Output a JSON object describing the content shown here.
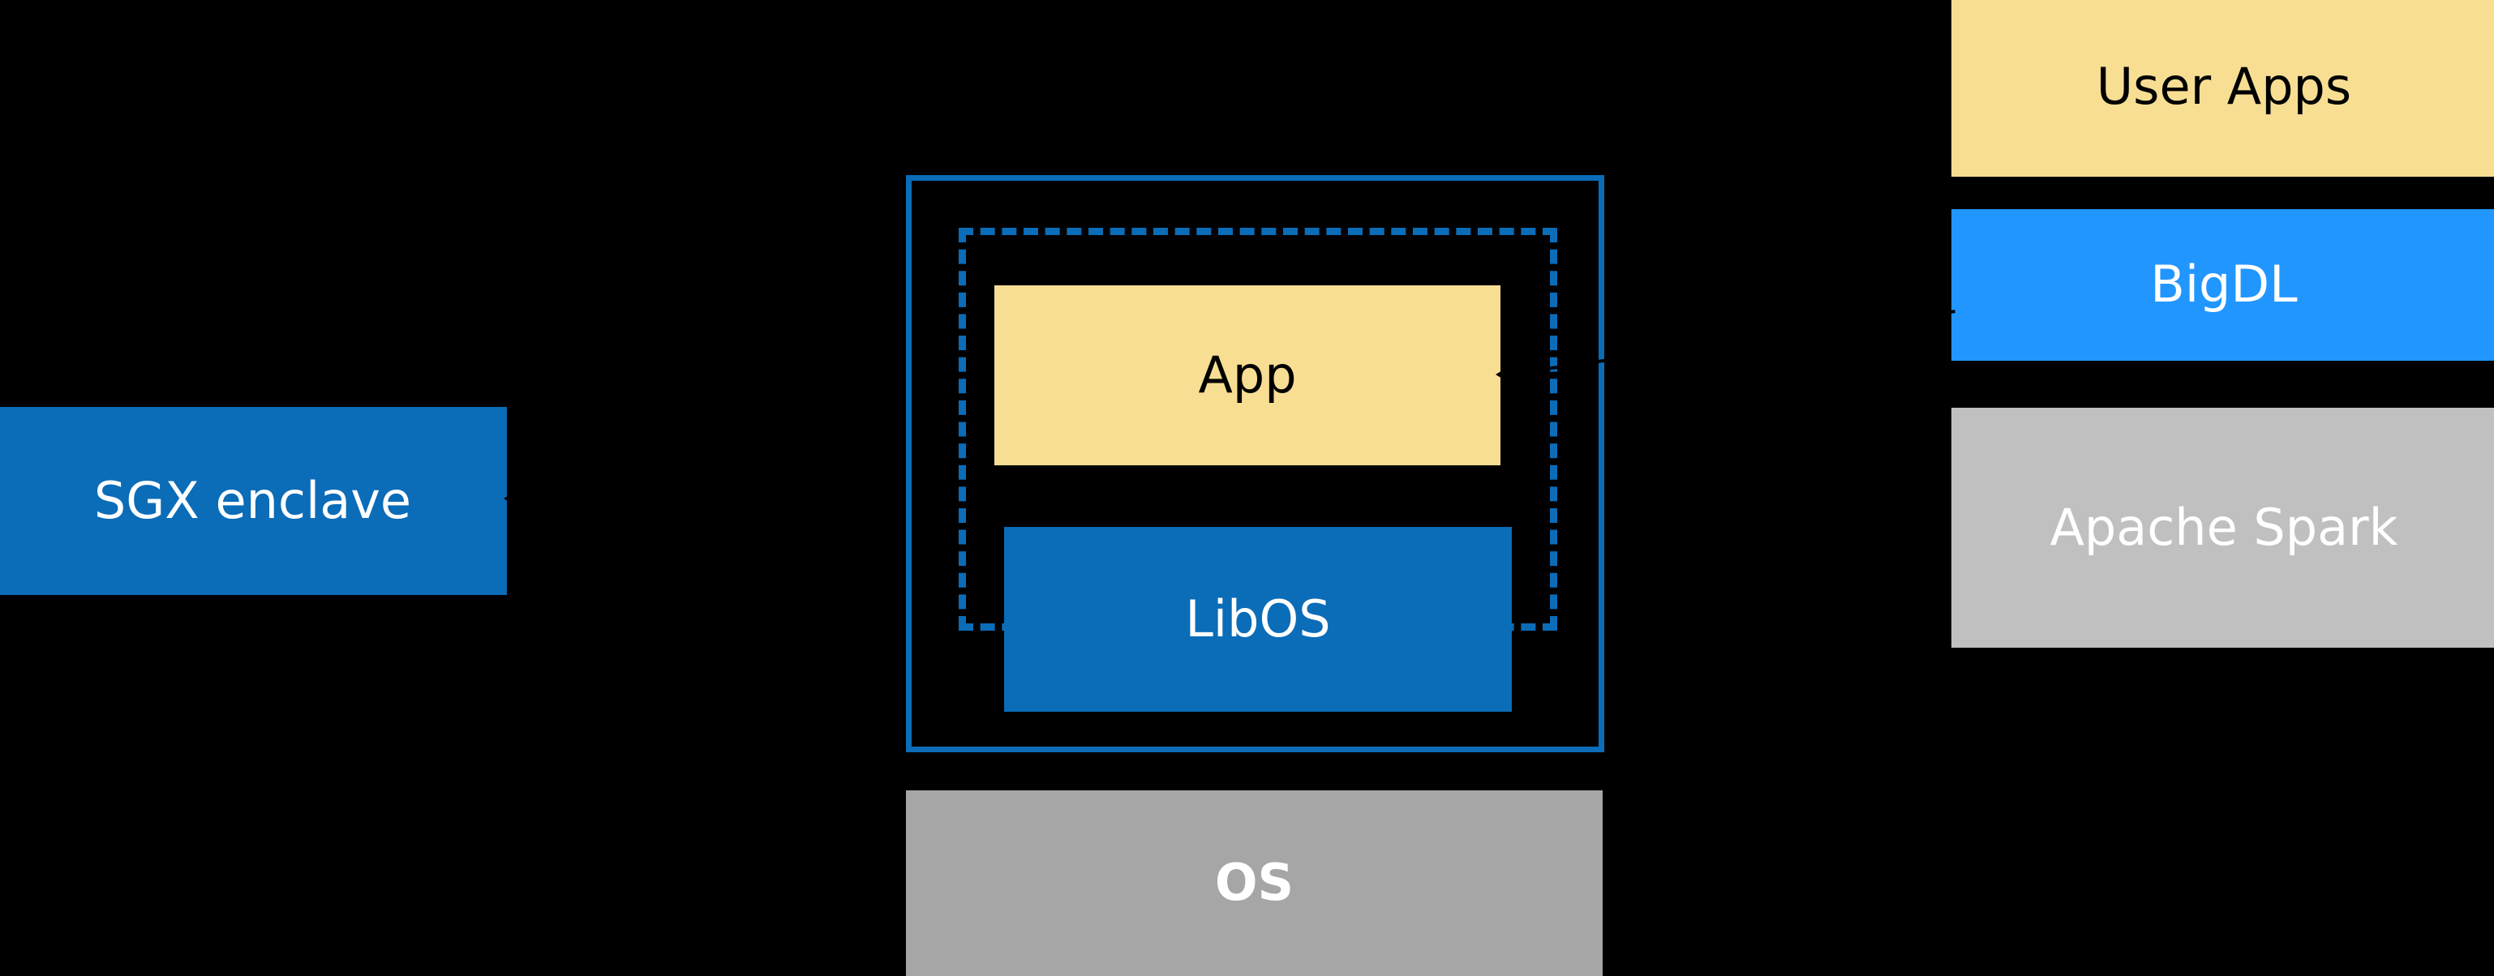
{
  "diagram": {
    "background_color": "#000000",
    "title_present": false,
    "left_column": {
      "sgx_enclave": {
        "label": "SGX enclave",
        "fill": "#0B6CB8",
        "text_color": "#FFFFFF"
      }
    },
    "center_column": {
      "outer_frame": {
        "name": "enclave boundary",
        "border_color": "#0B6CB8",
        "border_style": "solid"
      },
      "dashed_frame": {
        "name": "protected region",
        "border_color": "#0B6CB8",
        "border_style": "dashed"
      },
      "app": {
        "label": "App",
        "fill": "#F7DE93",
        "text_color": "#000000"
      },
      "libos": {
        "label": "LibOS",
        "fill": "#0B6CB8",
        "text_color": "#FFFFFF"
      },
      "os": {
        "label": "OS",
        "fill": "#A6A6A6",
        "text_color": "#FFFFFF"
      }
    },
    "right_column": {
      "stack": [
        {
          "label": "User Apps",
          "fill": "#F7DE93",
          "text_color": "#000000"
        },
        {
          "label": "BigDL",
          "fill": "#2196FF",
          "text_color": "#FFFFFF"
        },
        {
          "label": "Apache Spark",
          "fill": "#C0C0C0",
          "text_color": "#FFFFFF"
        }
      ]
    },
    "connectors": [
      {
        "name": "arrow-to-sgx-enclave",
        "points_to": "SGX enclave",
        "color": "#000000"
      },
      {
        "name": "arrow-to-app",
        "points_to": "App",
        "color": "#000000"
      }
    ]
  }
}
